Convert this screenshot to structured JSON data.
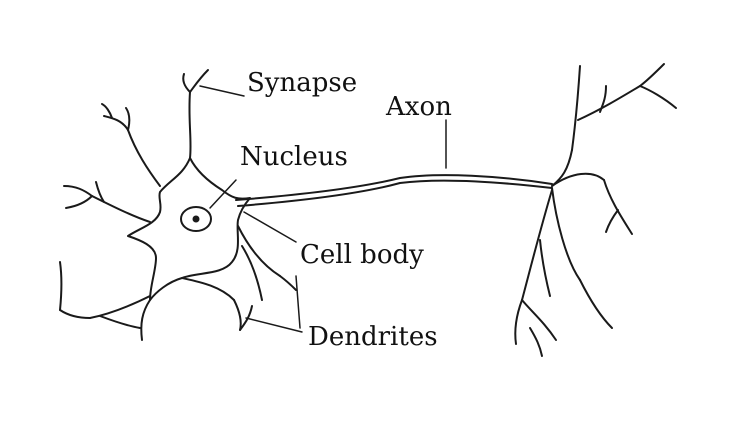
{
  "diagram": {
    "labels": {
      "synapse": "Synapse",
      "axon": "Axon",
      "nucleus": "Nucleus",
      "cell_body": "Cell body",
      "dendrites": "Dendrites"
    },
    "colors": {
      "ink": "#1a1a1a",
      "cell_fill": "#d4d4d4",
      "background": "#ffffff"
    }
  }
}
